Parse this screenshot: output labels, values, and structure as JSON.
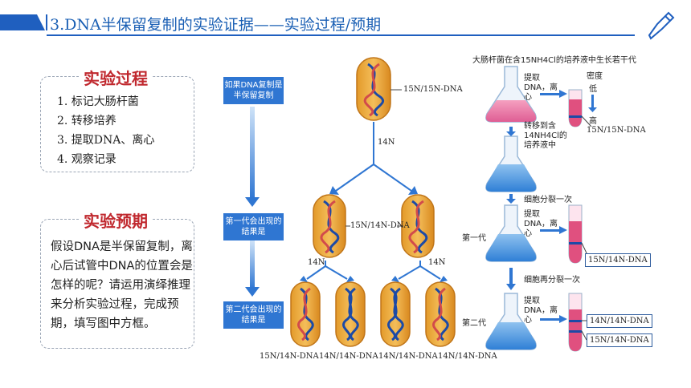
{
  "header": {
    "title": "3.DNA半保留复制的实验证据——实验过程/预期"
  },
  "process": {
    "title": "实验过程",
    "steps": [
      "1. 标记大肠杆菌",
      "2. 转移培养",
      "3. 提取DNA、离心",
      "4. 观察记录"
    ]
  },
  "prediction": {
    "title": "实验预期",
    "text": "假设DNA是半保留复制，离心后试管中DNA的位置会是怎样的呢？请运用演绎推理来分析实验过程，完成预期，填写图中方框。"
  },
  "flow_buttons": [
    "如果DNA复制是半保留复制",
    "第一代会出现的结果是",
    "第二代会出现的结果是"
  ],
  "bacteria_labels": {
    "parent_dna": "15N/15N-DNA",
    "medium": "14N",
    "first_gen_dna": "15N/14N-DNA",
    "n14_left": "14N",
    "n14_right": "14N",
    "second_gen": [
      "15N/14N-DNA",
      "14N/14N-DNA",
      "14N/14N-DNA",
      "14N/14N-DNA"
    ]
  },
  "flask_panel": {
    "top_caption": "大肠杆菌在含15NH4Cl的培养液中生长若干代",
    "extract_label": "提取DNA，离心",
    "density": "密度",
    "low": "低",
    "high": "高",
    "tube0_band": "15N/15N-DNA",
    "transfer": "转移到含14NH4Cl的培养液中",
    "divide_once": "细胞分裂一次",
    "gen1": "第一代",
    "gen1_box": "15N/14N-DNA",
    "divide_again": "细胞再分裂一次",
    "gen2": "第二代",
    "gen2_boxes": [
      "14N/14N-DNA",
      "15N/14N-DNA"
    ]
  }
}
